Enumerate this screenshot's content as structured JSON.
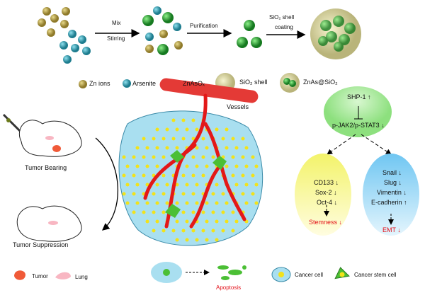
{
  "synthesis": {
    "step1_top": "Mix",
    "step1_bottom": "Stirring",
    "step2": "Purification",
    "step3_top": "SiO₂ shell",
    "step3_bottom": "coating"
  },
  "legend_top": {
    "zn": "Zn ions",
    "arsenite": "Arsenite",
    "znaso": "ZnAsOₓ",
    "shell": "SiO₂ shell",
    "znas_sio2": "ZnAs@SiO₂"
  },
  "mouse": {
    "bearing": "Tumor Bearing",
    "suppression": "Tumor Suppression"
  },
  "legend_bottom": {
    "tumor": "Tumor",
    "lung": "Lung",
    "apoptosis": "Apoptosis",
    "cancer_cell": "Cancer cell",
    "stem_cell": "Cancer stem cell"
  },
  "vessels": "Vessels",
  "pathway": {
    "shp1": "SHP-1 ↑",
    "jak": "p-JAK2/p-STAT3 ↓",
    "stem_markers": [
      "CD133 ↓",
      "Sox-2 ↓",
      "Oct-4 ↓"
    ],
    "stemness": "Stemness ↓",
    "emt_markers": [
      "Snail ↓",
      "Slug ↓",
      "Vimentin ↓",
      "E-cadherin ↑"
    ],
    "emt": "EMT ↓"
  },
  "colors": {
    "zn": "#b39a3c",
    "arsenite": "#3aa3b5",
    "znaso": "#2fa23a",
    "vessel": "#e31818",
    "cell": "#a9dff0",
    "nucleus": "#f2e21a",
    "stem": "#4bbf35"
  }
}
